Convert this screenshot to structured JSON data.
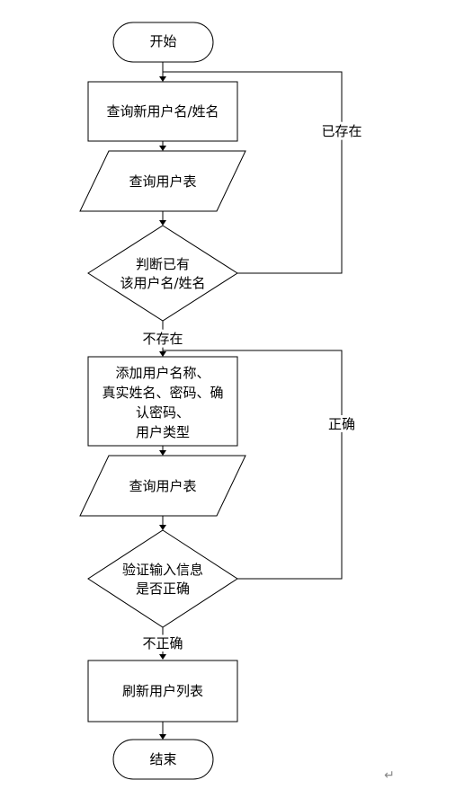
{
  "nodes": {
    "start": "开始",
    "query_name": "查询新用户名/姓名",
    "query_table_1": "查询用户表",
    "decide_exists": [
      "判断已有",
      "该用户名/姓名"
    ],
    "add_user": [
      "添加用户名称、",
      "真实姓名、密码、确",
      "认密码、",
      "用户类型"
    ],
    "query_table_2": "查询用户表",
    "verify": [
      "验证输入信息",
      "是否正确"
    ],
    "refresh": "刷新用户列表",
    "end": "结束"
  },
  "edge_labels": {
    "exists": "已存在",
    "not_exists": "不存在",
    "correct": "正确",
    "incorrect": "不正确"
  },
  "paragraph_mark": "↵"
}
